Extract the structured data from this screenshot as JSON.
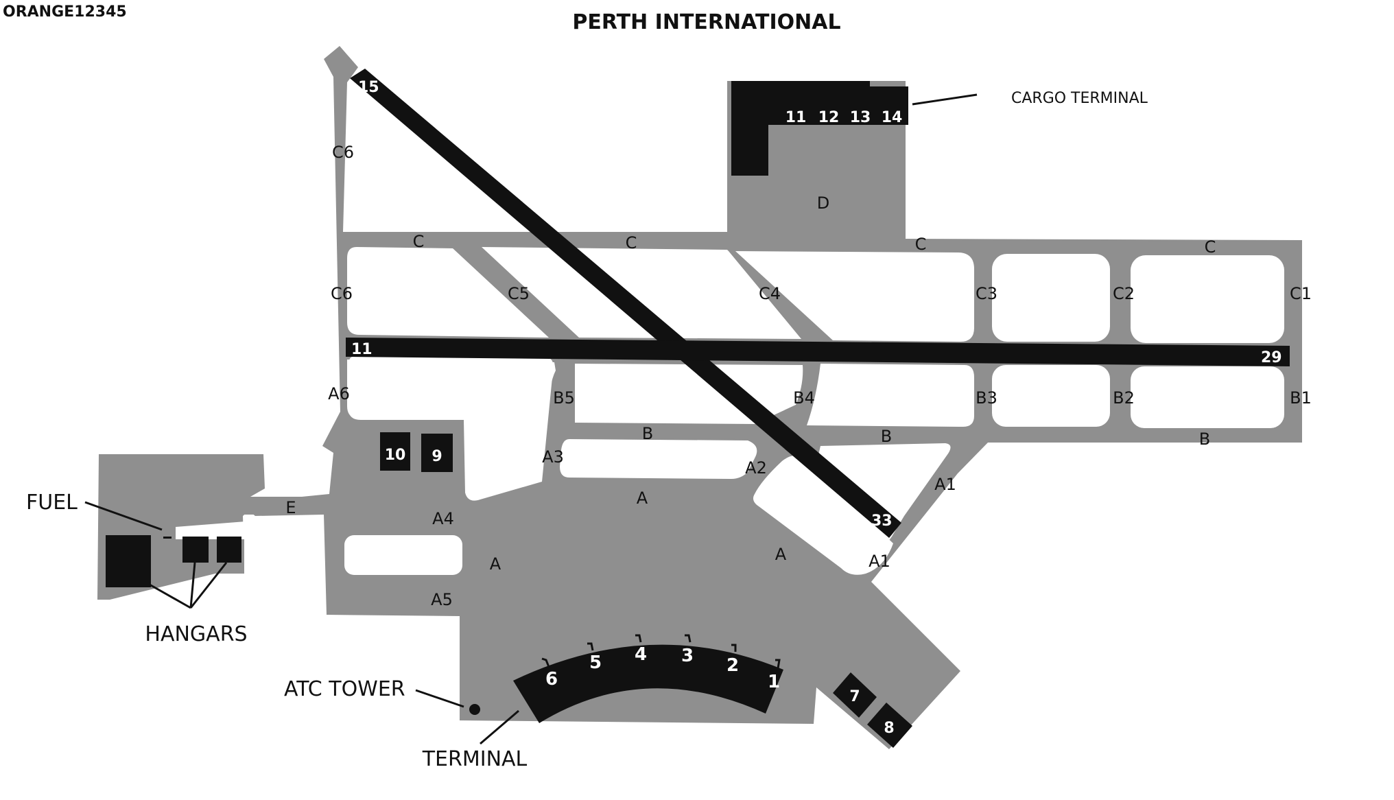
{
  "header": {
    "corner_code": "ORANGE12345",
    "title": "PERTH INTERNATIONAL"
  },
  "runways": {
    "rw_15": "15",
    "rw_33": "33",
    "rw_11": "11",
    "rw_29": "29"
  },
  "taxiways": {
    "C_1": "C",
    "C_2": "C",
    "C_3": "C",
    "C_4": "C",
    "C6_top": "C6",
    "C6_mid": "C6",
    "C5": "C5",
    "C4": "C4",
    "C3": "C3",
    "C2": "C2",
    "C1": "C1",
    "A6": "A6",
    "B5": "B5",
    "B4": "B4",
    "B3": "B3",
    "B2": "B2",
    "B1": "B1",
    "B_1": "B",
    "B_2": "B",
    "B_3": "B",
    "A3": "A3",
    "A2": "A2",
    "A1_upper": "A1",
    "A1_lower": "A1",
    "A_1": "A",
    "A_2": "A",
    "A_3": "A",
    "A4": "A4",
    "A5": "A5",
    "E": "E",
    "D": "D"
  },
  "cargo": {
    "label": "CARGO TERMINAL",
    "stands": [
      "11",
      "12",
      "13",
      "14"
    ]
  },
  "remote_stands": [
    "10",
    "9",
    "7",
    "8"
  ],
  "terminal_gates": [
    "6",
    "5",
    "4",
    "3",
    "2",
    "1"
  ],
  "facilities": {
    "fuel": "FUEL",
    "hangars": "HANGARS",
    "atc_tower": "ATC TOWER",
    "terminal": "TERMINAL"
  }
}
